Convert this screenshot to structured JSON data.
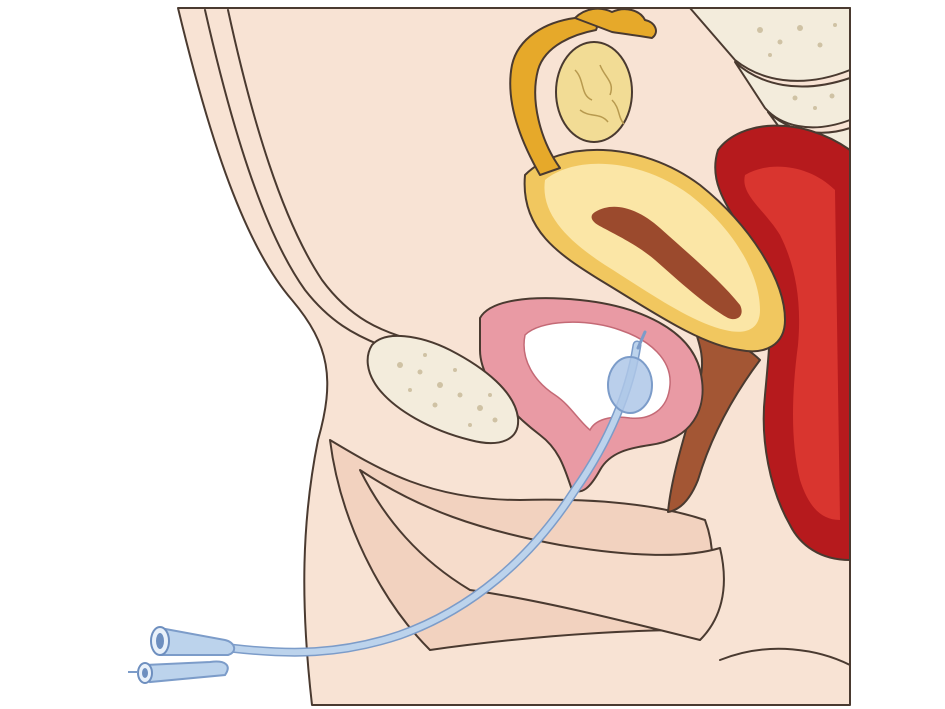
{
  "diagram": {
    "colors": {
      "background": "#ffffff",
      "skin": "#f8e3d4",
      "skin_light": "#fcefe4",
      "skin_dark": "#f0cdb9",
      "outline": "#4a3a30",
      "bone": "#f3ecdc",
      "bone_dots": "#cfc2a4",
      "uterus_outer": "#f1c75f",
      "uterus_inner": "#fbe6a6",
      "uterus_cavity": "#9b4a2d",
      "ovary": "#f2dc95",
      "fallopian_tube": "#e6a92a",
      "bladder_wall": "#e99aa4",
      "bladder_inner": "#ffffff",
      "rectum_outer": "#b61a1d",
      "rectum_inner": "#d9352f",
      "vagina": "#a35634",
      "catheter": "#bcd3ec",
      "catheter_edge": "#7c9cc9",
      "balloon": "#aec7e8"
    },
    "icons": [
      "pubic-bone",
      "bladder",
      "uterus",
      "ovary",
      "fallopian-tube",
      "rectum",
      "vagina",
      "spine",
      "urinary-catheter",
      "catheter-balloon"
    ]
  }
}
